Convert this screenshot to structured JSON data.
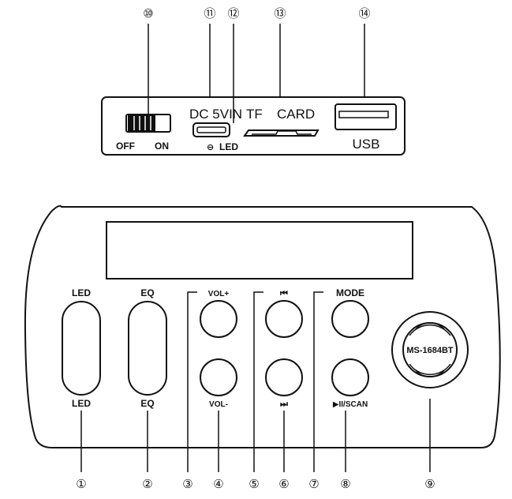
{
  "top_panel": {
    "switch_off": "OFF",
    "switch_on": "ON",
    "dc_label": "DC 5VIN",
    "led_label": "LED",
    "led_prefix": "⊖",
    "tf_label": "TF",
    "card_label": "CARD",
    "usb_label": "USB"
  },
  "front_panel": {
    "led_top": "LED",
    "led_bottom": "LED",
    "eq_top": "EQ",
    "eq_bottom": "EQ",
    "vol_plus": "VOL+",
    "vol_minus": "VOL-",
    "prev_icon": "⏮",
    "next_icon": "⏭",
    "mode": "MODE",
    "play_scan": "▶II/SCAN",
    "badge": "MS-1684BT"
  },
  "callouts": {
    "c1": "①",
    "c2": "②",
    "c3": "③",
    "c4": "④",
    "c5": "⑤",
    "c6": "⑥",
    "c7": "⑦",
    "c8": "⑧",
    "c9": "⑨",
    "c10": "⑩",
    "c11": "⑪",
    "c12": "⑫",
    "c13": "⑬",
    "c14": "⑭"
  },
  "colors": {
    "line": "#111111",
    "background": "#ffffff"
  }
}
